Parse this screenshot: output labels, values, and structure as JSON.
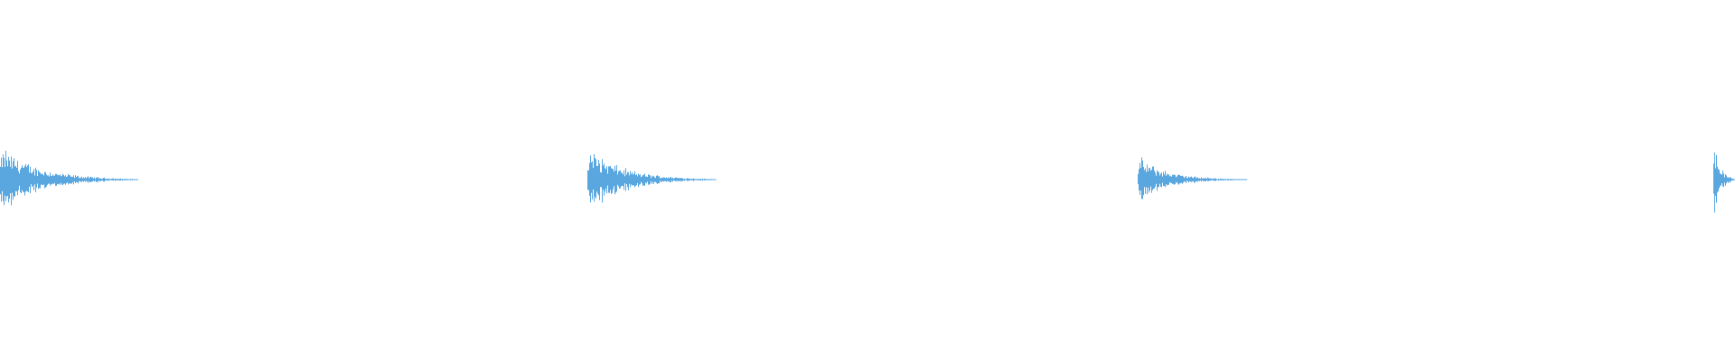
{
  "waveform": {
    "color": "#5aa7e0",
    "amplitude_range": [
      -1,
      1
    ],
    "transients": [
      {
        "peak": 0.35,
        "decay_tail": 0.08
      },
      {
        "peak": 0.34,
        "decay_tail": 0.08
      },
      {
        "peak": 0.24,
        "decay_tail": 0.06
      },
      {
        "peak": 0.43,
        "decay_tail": 0.1
      }
    ]
  }
}
